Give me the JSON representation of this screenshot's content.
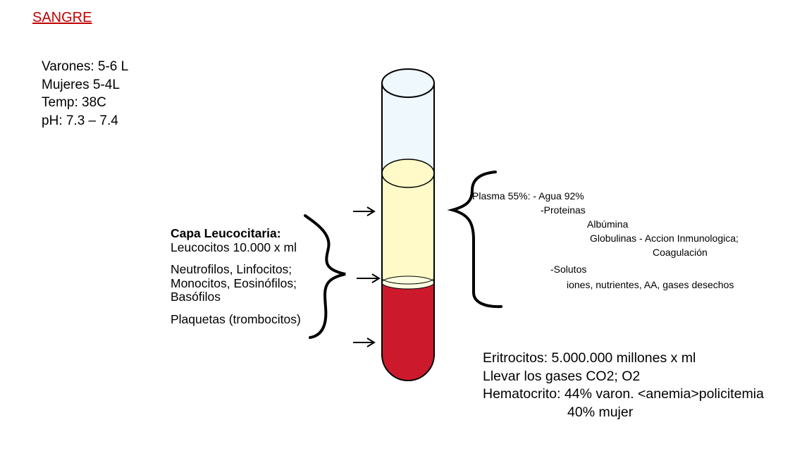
{
  "title": "SANGRE",
  "facts": [
    "Varones: 5-6 L",
    "Mujeres 5-4L",
    "Temp: 38C",
    "pH: 7.3 – 7.4"
  ],
  "buffy_coat": {
    "heading": "Capa Leucocitaria:",
    "line1": "Leucocitos 10.000 x ml",
    "line2": "Neutrofilos, Linfocitos;",
    "line3": "Monocitos, Eosinófilos;",
    "line4": "Basófilos",
    "line5": "Plaquetas (trombocitos)"
  },
  "plasma": {
    "line1": "Plasma 55%:  - Agua 92%",
    "line2": "-Proteinas",
    "line3": "Albúmina",
    "line4": "Globulinas  - Accion Inmunologica;",
    "line5": "Coagulación",
    "line6": "-Solutos",
    "line7": "iones, nutrientes, AA, gases desechos"
  },
  "erythrocytes": {
    "line1": "Eritrocitos: 5.000.000 millones x ml",
    "line2": "Llevar los gases CO2; O2",
    "line3": "Hematocrito: 44% varon.    <anemia>policitemia",
    "line4": "40% mujer"
  },
  "colors": {
    "title": "#c00000",
    "plasma_fill": "#fffac8",
    "empty_fill": "#eef8fd",
    "blood_fill": "#cc1a2c",
    "buffy_fill": "#fdfde0"
  }
}
